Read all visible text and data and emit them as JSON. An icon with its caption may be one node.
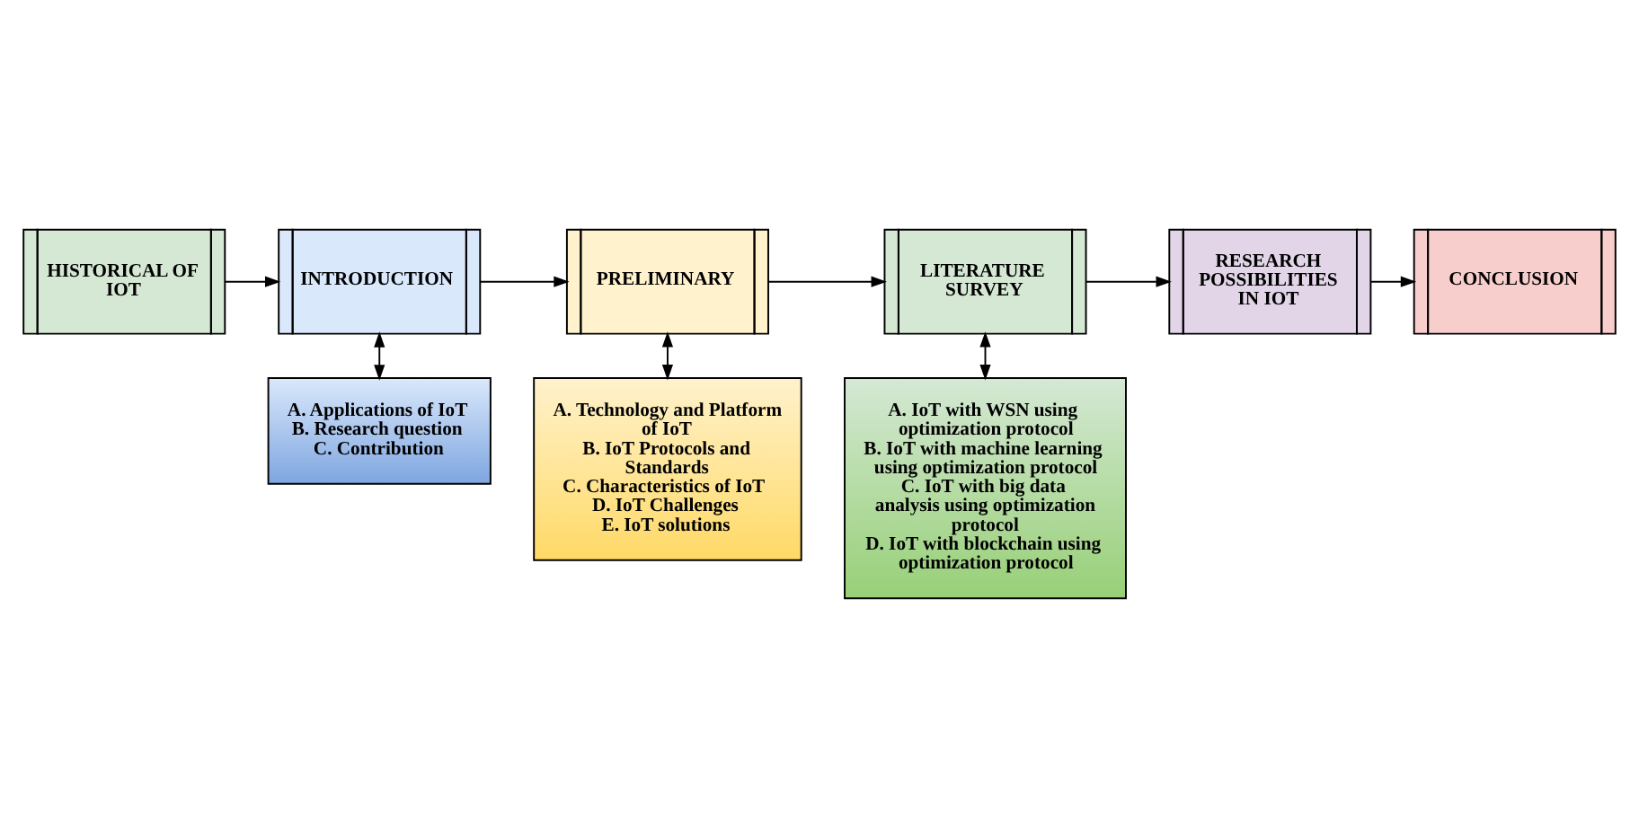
{
  "diagram": {
    "nodes": [
      {
        "text": [
          "HISTORICAL OF IOT"
        ]
      },
      {
        "text": [
          "INTRODUCTION"
        ]
      },
      {
        "text": [
          "PRELIMINARY"
        ]
      },
      {
        "text": [
          "LITERATURE SURVEY"
        ]
      },
      {
        "text": [
          "RESEARCH POSSIBILITIES IN IOT"
        ]
      },
      {
        "text": [
          "CONCLUSION"
        ]
      },
      {
        "text": [
          "A. Technology and Platform of IoT",
          "B. IoT Protocols and Standards",
          "C. Characteristics of IoT",
          "D. IoT Challenges",
          "E. IoT solutions"
        ]
      },
      {
        "text": [
          "A. Applications of IoT",
          "B. Research question",
          "C. Contribution"
        ]
      },
      {
        "text": [
          "A. IoT with WSN using optimization protocol",
          "B. IoT with machine learning using optimization protocol",
          "C. IoT with big data analysis using optimization protocol",
          "D. IoT with blockchain using optimization protocol"
        ]
      }
    ],
    "edges": [
      {
        "from": 0,
        "to": 1,
        "arrow": "to"
      },
      {
        "from": 1,
        "to": 2,
        "arrow": "to"
      },
      {
        "from": 2,
        "to": 3,
        "arrow": "to"
      },
      {
        "from": 3,
        "to": 4,
        "arrow": "to"
      },
      {
        "from": 4,
        "to": 5,
        "arrow": "to"
      },
      {
        "from": 2,
        "to": 6,
        "arrow": "both"
      },
      {
        "from": 1,
        "to": 7,
        "arrow": "both"
      },
      {
        "from": 3,
        "to": 8,
        "arrow": "both"
      }
    ]
  }
}
